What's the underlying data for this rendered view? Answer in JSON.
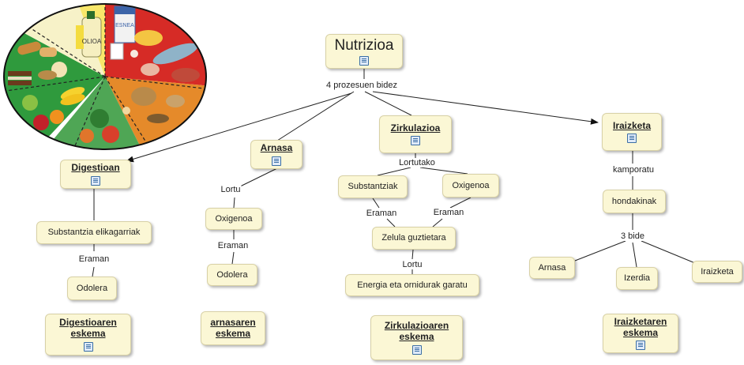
{
  "root": {
    "title": "Nutrizioa",
    "link": "4 prozesuen bidez"
  },
  "digestion": {
    "title": "Digestioan",
    "nutrients": "Substantzia elikagarriak",
    "verb": "Eraman",
    "destination": "Odolera",
    "diagram": "Digestioaren eskema"
  },
  "breathing": {
    "title": "Arnasa",
    "verb_get": "Lortu",
    "gas": "Oxigenoa",
    "verb_carry": "Eraman",
    "destination": "Odolera",
    "diagram": "arnasaren eskema"
  },
  "circulation": {
    "title": "Zirkulazioa",
    "obtained": "Lortutako",
    "nutrients": "Substantziak",
    "oxygen": "Oxigenoa",
    "verb_carry_left": "Eraman",
    "verb_carry_right": "Eraman",
    "cells": "Zelula guztietara",
    "verb_get": "Lortu",
    "energy": "Energia eta ornidurak garatu",
    "diagram": "Zirkulazioaren eskema"
  },
  "excretion": {
    "title": "Iraizketa",
    "verb": "kamporatu",
    "waste": "hondakinak",
    "ways": "3 bide",
    "way_breath": "Arnasa",
    "way_sweat": "Izerdia",
    "way_excretion": "Iraizketa",
    "diagram": "Iraizketaren eskema"
  },
  "food_plate": {
    "oil_label": "OLIOA",
    "milk_label": "ESNEA"
  }
}
